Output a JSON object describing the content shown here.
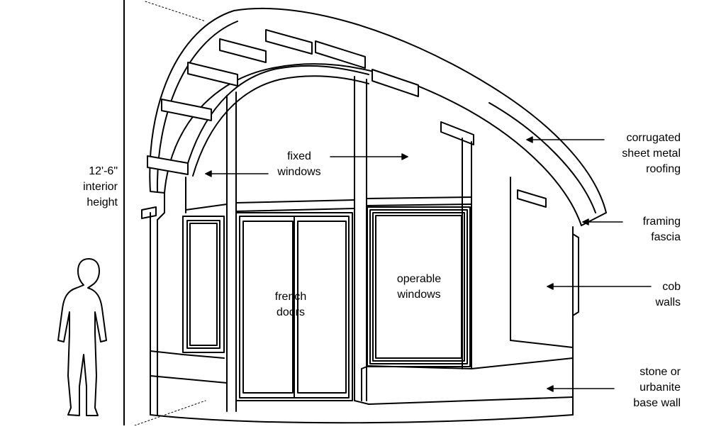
{
  "colors": {
    "ink": "#000000",
    "paper": "#ffffff"
  },
  "labels": {
    "height": [
      "12'-6\"",
      "interior",
      "height"
    ],
    "fixed_windows": [
      "fixed",
      "windows"
    ],
    "french_doors": [
      "french",
      "doors"
    ],
    "operable_windows": [
      "operable",
      "windows"
    ],
    "roofing": [
      "corrugated",
      "sheet metal",
      "roofing"
    ],
    "fascia": [
      "framing",
      "fascia"
    ],
    "cob_walls": [
      "cob",
      "walls"
    ],
    "base_wall": [
      "stone or",
      "urbanite",
      "base wall"
    ]
  }
}
